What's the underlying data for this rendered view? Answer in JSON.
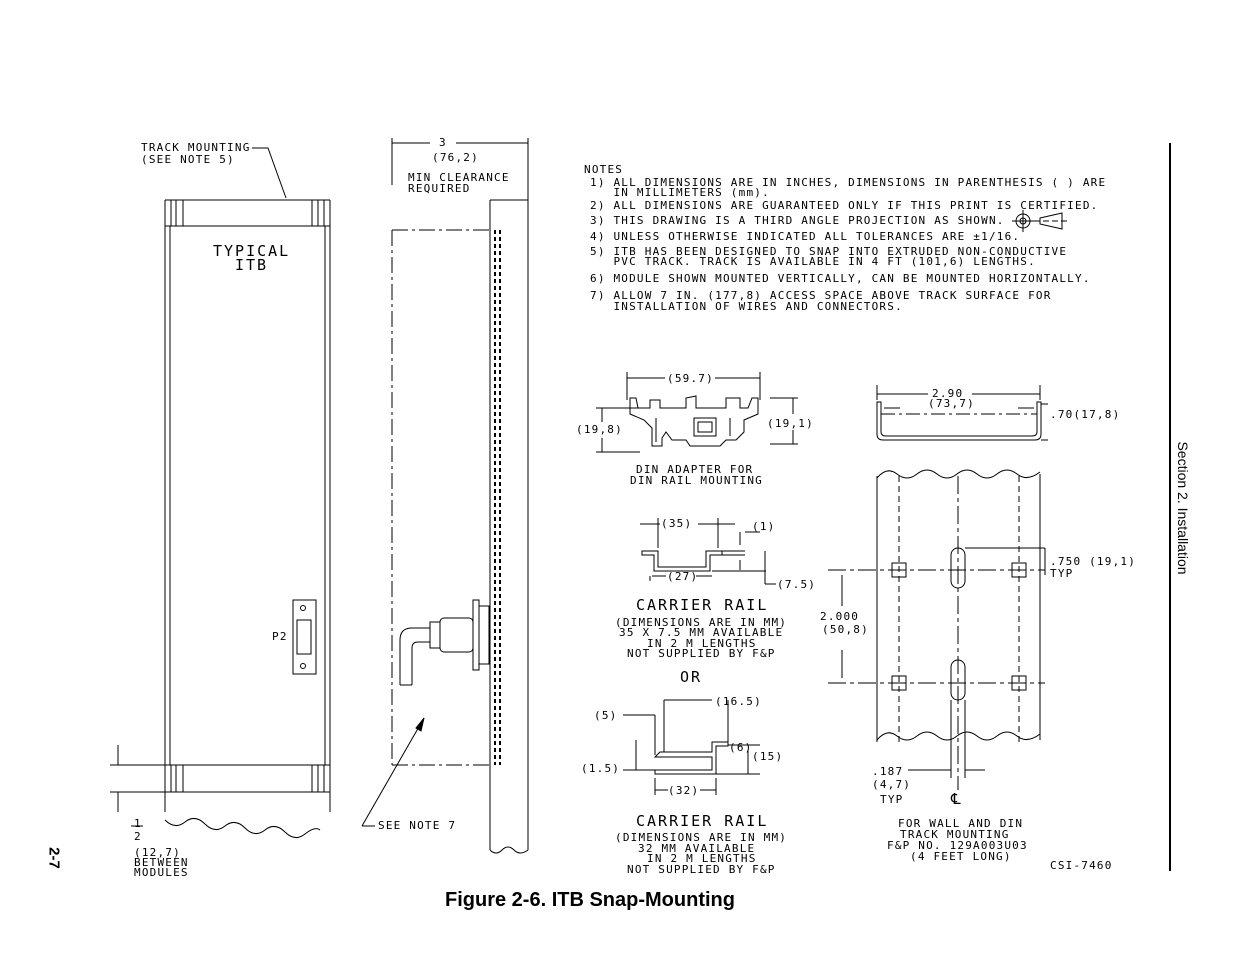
{
  "page": {
    "number": "2-7",
    "section": "Section 2. Installation"
  },
  "figure": {
    "caption": "Figure 2-6.  ITB Snap-Mounting",
    "drawing_no": "CSI-7460"
  },
  "front_view": {
    "track_label": [
      "TRACK MOUNTING",
      "(SEE NOTE 5)"
    ],
    "module_label": [
      "TYPICAL",
      "ITB"
    ],
    "connector_label": "P2",
    "spacing": {
      "frac_num": "1",
      "frac_den": "2",
      "lines": [
        "(12,7)",
        "BETWEEN",
        "MODULES"
      ]
    }
  },
  "side_view": {
    "clearance_value": "3",
    "clearance_mm": "(76,2)",
    "clearance_label": [
      "MIN CLEARANCE",
      "REQUIRED"
    ],
    "see_note": "SEE NOTE 7"
  },
  "notes": {
    "title": "NOTES",
    "items": [
      [
        "1) ALL DIMENSIONS ARE IN INCHES, DIMENSIONS IN PARENTHESIS ( ) ARE",
        "   IN MILLIMETERS (mm)."
      ],
      [
        "2) ALL DIMENSIONS ARE GUARANTEED ONLY IF THIS PRINT IS CERTIFIED."
      ],
      [
        "3) THIS DRAWING IS A THIRD ANGLE PROJECTION AS SHOWN."
      ],
      [
        "4) UNLESS OTHERWISE INDICATED ALL TOLERANCES ARE ±1/16."
      ],
      [
        "5) ITB HAS BEEN DESIGNED TO SNAP INTO EXTRUDED NON-CONDUCTIVE",
        "   PVC TRACK. TRACK IS AVAILABLE IN 4 FT (101,6) LENGTHS."
      ],
      [
        "6) MODULE SHOWN MOUNTED VERTICALLY, CAN BE MOUNTED HORIZONTALLY."
      ],
      [
        "7) ALLOW 7 IN. (177,8) ACCESS SPACE ABOVE TRACK SURFACE FOR",
        "   INSTALLATION OF WIRES AND CONNECTORS."
      ]
    ]
  },
  "din_adapter": {
    "width": "(59.7)",
    "height_left": "(19,8)",
    "height_right": "(19,1)",
    "label": [
      "DIN ADAPTER FOR",
      "DIN RAIL MOUNTING"
    ]
  },
  "rail_35": {
    "dim_top": "(35)",
    "dim_right": "(1)",
    "dim_bottom": "(27)",
    "dim_depth": "(7.5)",
    "title": "CARRIER RAIL",
    "lines": [
      "(DIMENSIONS ARE IN MM)",
      "35 X 7.5 MM AVAILABLE",
      "IN 2 M LENGTHS",
      "NOT SUPPLIED BY F&P"
    ]
  },
  "or_label": "OR",
  "rail_32": {
    "dim_lip": "(5)",
    "dim_top": "(16.5)",
    "dim_step": "(6)",
    "dim_height": "(15)",
    "dim_thick": "(1.5)",
    "dim_bottom": "(32)",
    "title": "CARRIER RAIL",
    "lines": [
      "(DIMENSIONS ARE IN MM)",
      "32 MM AVAILABLE",
      "IN 2 M LENGTHS",
      "NOT SUPPLIED BY F&P"
    ]
  },
  "track": {
    "width": "2.90",
    "width_mm": "(73,7)",
    "height": ".70(17,8)",
    "hole_offset": ".750 (19,1)",
    "hole_offset_typ": "TYP",
    "pitch": "2.000",
    "pitch_mm": "(50,8)",
    "slot": ".187",
    "slot_mm": "(4,7)",
    "slot_typ": "TYP",
    "centerline": "℄",
    "label": [
      "FOR WALL AND DIN",
      "TRACK MOUNTING",
      "F&P NO. 129A003U03",
      "(4 FEET LONG)"
    ]
  }
}
